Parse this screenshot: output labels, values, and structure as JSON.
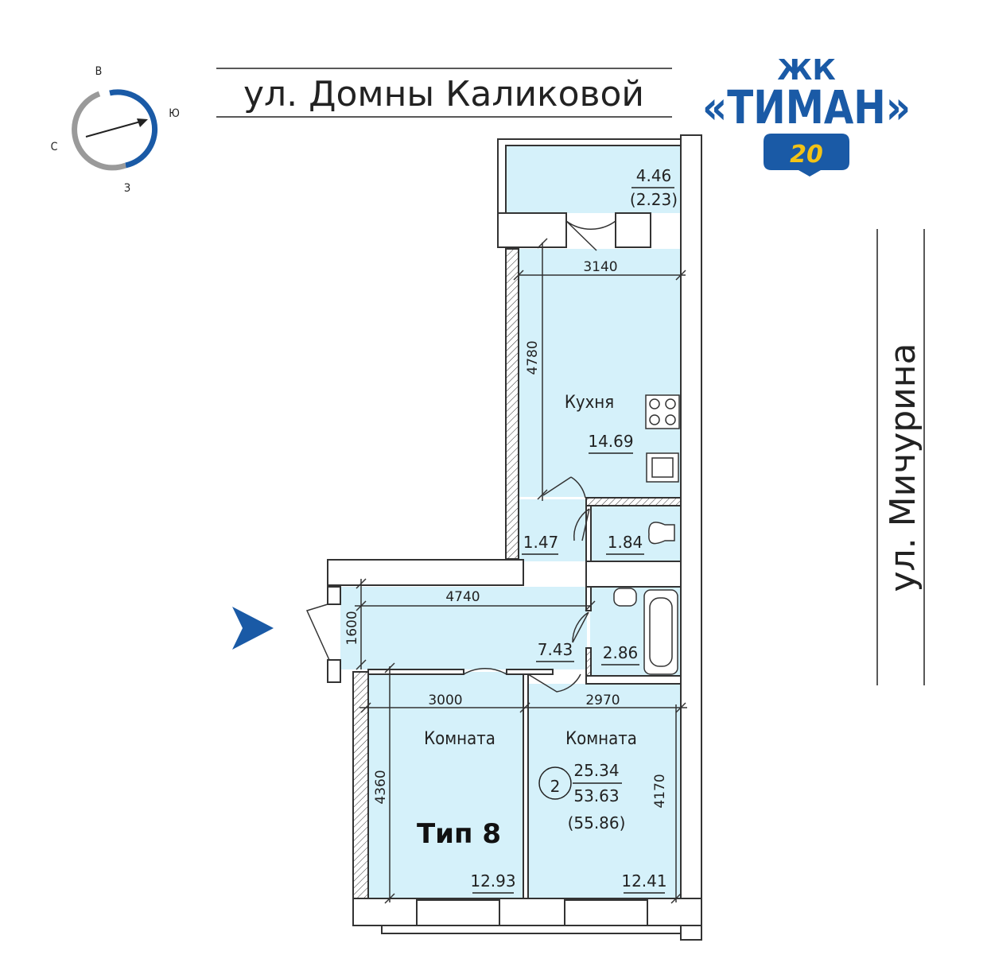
{
  "header": {
    "street_top": "ул. Домны Каликовой",
    "street_right": "ул. Мичурина"
  },
  "brand": {
    "line1": "ЖК",
    "line2": "«ТИМАН»",
    "number": "20"
  },
  "compass": {
    "north": "С",
    "east": "В",
    "south": "Ю",
    "west": "З"
  },
  "rooms": {
    "balcony_area": "4.46",
    "balcony_area_reduced": "(2.23)",
    "kitchen_label": "Кухня",
    "kitchen_area": "14.69",
    "hall_small_area": "1.47",
    "wc_area": "1.84",
    "corridor_area": "7.43",
    "bath_area": "2.86",
    "room_left_label": "Комната",
    "room_left_area": "12.93",
    "room_right_label": "Комната",
    "room_right_area": "12.41"
  },
  "dimensions": {
    "kitchen_width": "3140",
    "kitchen_depth": "4780",
    "corridor_width": "4740",
    "corridor_depth": "1600",
    "room_left_width": "3000",
    "room_right_width": "2970",
    "room_left_depth": "4360",
    "room_right_depth": "4170"
  },
  "apartment": {
    "rooms_count": "2",
    "living_area": "25.34",
    "total_area": "53.63",
    "total_area_with_balcony": "(55.86)",
    "type_label": "Тип 8"
  },
  "colors": {
    "room_fill": "#d5f1fa",
    "wall": "#333333",
    "accent": "#1a5aa6",
    "badge_text": "#f3c316"
  }
}
